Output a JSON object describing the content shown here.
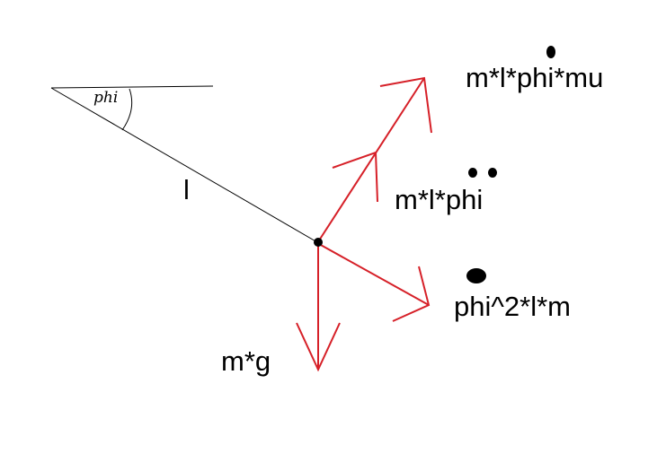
{
  "diagram": {
    "angle_label": "phi",
    "length_label": "l",
    "forces": {
      "friction": {
        "label": "m*l*phi*mu",
        "dots": 1
      },
      "tangential": {
        "label": "m*l*phi",
        "dots": 2
      },
      "centripetal": {
        "label": "phi^2*l*m",
        "dots": 1
      },
      "gravity": {
        "label": "m*g",
        "dots": 0
      }
    },
    "colors": {
      "force_arrows": "#d62028",
      "lines": "#000000",
      "background": "#ffffff"
    }
  }
}
